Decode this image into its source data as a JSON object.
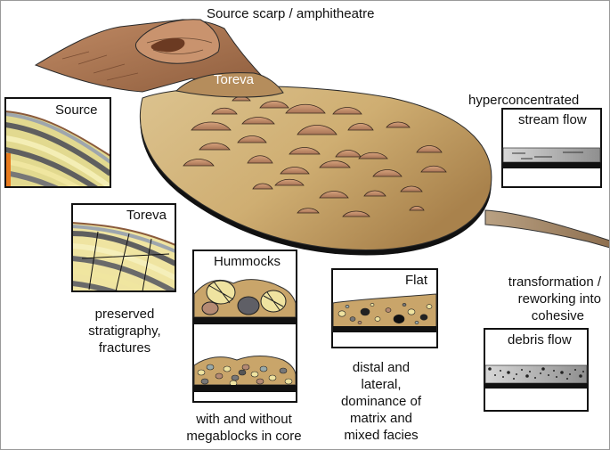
{
  "labels": {
    "source_scarp": "Source scarp / amphitheatre",
    "toreva_on_deposit": "Toreva",
    "hyperconcentrated_1": "hyperconcentrated",
    "hyperconcentrated_2": "stream flow",
    "transformation_1": "transformation /",
    "transformation_2": "reworking into",
    "transformation_3": "cohesive",
    "debris_flow": "debris flow",
    "source_box": "Source",
    "toreva_box": "Toreva",
    "hummocks_box": "Hummocks",
    "flat_box": "Flat",
    "preserved_1": "preserved",
    "preserved_2": "stratigraphy,",
    "preserved_3": "fractures",
    "megablocks_1": "with and without",
    "megablocks_2": "megablocks in core",
    "distal_1": "distal and",
    "distal_2": "lateral,",
    "distal_3": "dominance of",
    "distal_4": "matrix and",
    "distal_5": "mixed facies"
  },
  "colors": {
    "deposit_light": "#d9bd86",
    "deposit_dark": "#a07a45",
    "volcano": "#b07a5a",
    "hummock": "#c99673",
    "strata_yellow": "#f3e9a6",
    "strata_grey": "#6b6b6b",
    "outline": "#222222"
  }
}
